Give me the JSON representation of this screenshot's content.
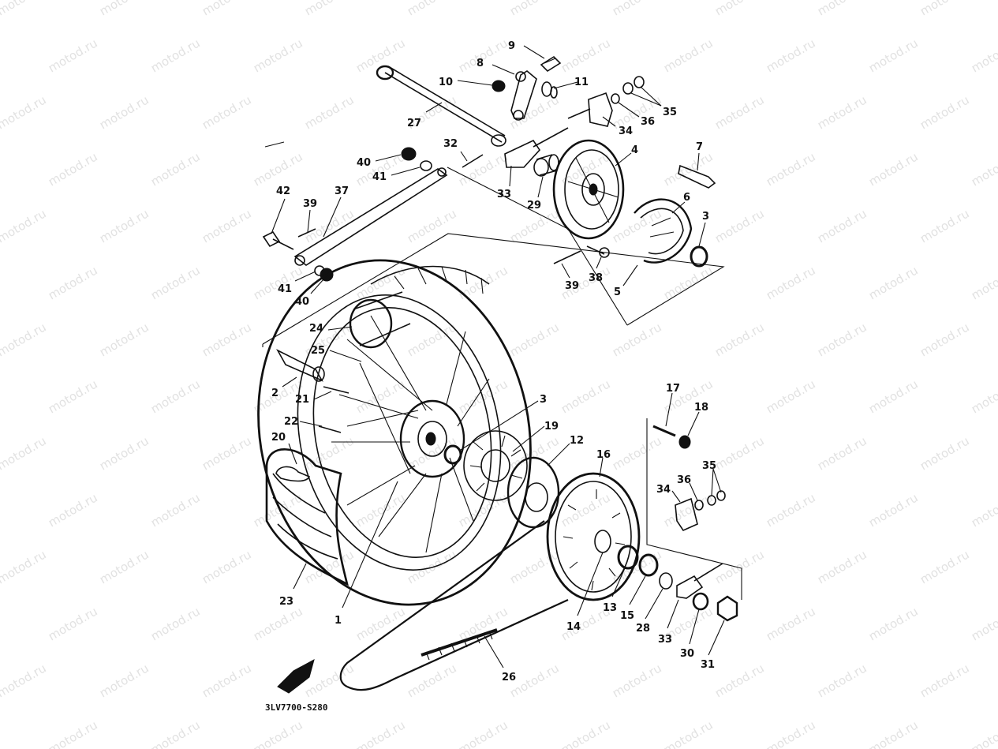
{
  "watermark": {
    "text": "motod.ru",
    "color": "#e2e2e2"
  },
  "diagram": {
    "part_code": "3LV7700-S280",
    "callouts": [
      {
        "id": "c9",
        "label": "9"
      },
      {
        "id": "c8",
        "label": "8"
      },
      {
        "id": "c10",
        "label": "10"
      },
      {
        "id": "c11",
        "label": "11"
      },
      {
        "id": "c35a",
        "label": "35"
      },
      {
        "id": "c36a",
        "label": "36"
      },
      {
        "id": "c34a",
        "label": "34"
      },
      {
        "id": "c27",
        "label": "27"
      },
      {
        "id": "c32",
        "label": "32"
      },
      {
        "id": "c40a",
        "label": "40"
      },
      {
        "id": "c41a",
        "label": "41"
      },
      {
        "id": "c33a",
        "label": "33"
      },
      {
        "id": "c29",
        "label": "29"
      },
      {
        "id": "c4",
        "label": "4"
      },
      {
        "id": "c7",
        "label": "7"
      },
      {
        "id": "c6",
        "label": "6"
      },
      {
        "id": "c3a",
        "label": "3"
      },
      {
        "id": "c42",
        "label": "42"
      },
      {
        "id": "c39a",
        "label": "39"
      },
      {
        "id": "c37",
        "label": "37"
      },
      {
        "id": "c41b",
        "label": "41"
      },
      {
        "id": "c40b",
        "label": "40"
      },
      {
        "id": "c39b",
        "label": "39"
      },
      {
        "id": "c38",
        "label": "38"
      },
      {
        "id": "c5",
        "label": "5"
      },
      {
        "id": "c24",
        "label": "24"
      },
      {
        "id": "c25",
        "label": "25"
      },
      {
        "id": "c2",
        "label": "2"
      },
      {
        "id": "c21",
        "label": "21"
      },
      {
        "id": "c22",
        "label": "22"
      },
      {
        "id": "c20",
        "label": "20"
      },
      {
        "id": "c3b",
        "label": "3"
      },
      {
        "id": "c19",
        "label": "19"
      },
      {
        "id": "c12",
        "label": "12"
      },
      {
        "id": "c16",
        "label": "16"
      },
      {
        "id": "c17",
        "label": "17"
      },
      {
        "id": "c18",
        "label": "18"
      },
      {
        "id": "c34b",
        "label": "34"
      },
      {
        "id": "c36b",
        "label": "36"
      },
      {
        "id": "c35b",
        "label": "35"
      },
      {
        "id": "c23",
        "label": "23"
      },
      {
        "id": "c1",
        "label": "1"
      },
      {
        "id": "c13",
        "label": "13"
      },
      {
        "id": "c15",
        "label": "15"
      },
      {
        "id": "c28",
        "label": "28"
      },
      {
        "id": "c14",
        "label": "14"
      },
      {
        "id": "c33b",
        "label": "33"
      },
      {
        "id": "c30",
        "label": "30"
      },
      {
        "id": "c31",
        "label": "31"
      },
      {
        "id": "c26",
        "label": "26"
      }
    ]
  }
}
